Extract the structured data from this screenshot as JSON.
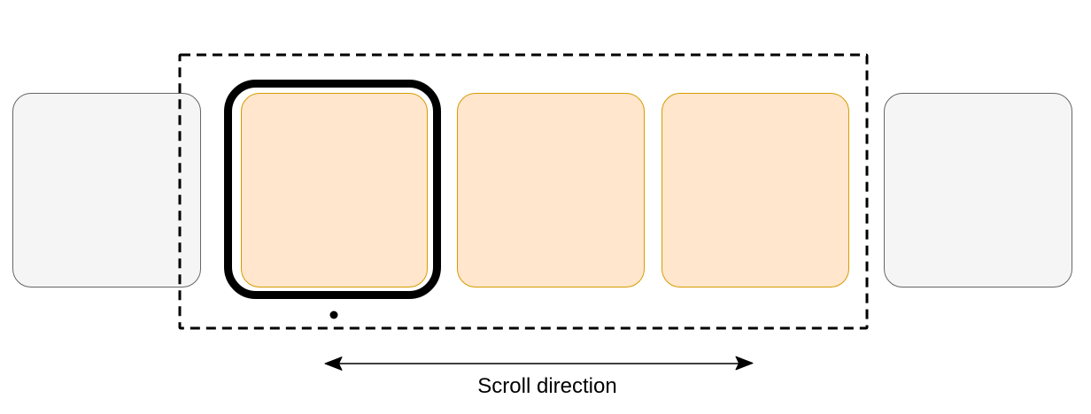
{
  "diagram": {
    "label": "Scroll direction",
    "cards": [
      {
        "name": "offscreen-left",
        "state": "offscreen"
      },
      {
        "name": "visible-selected",
        "state": "selected-in-viewport"
      },
      {
        "name": "visible-2",
        "state": "visible"
      },
      {
        "name": "visible-3",
        "state": "visible"
      },
      {
        "name": "offscreen-right",
        "state": "offscreen"
      }
    ],
    "colors": {
      "card-fill": "#ffe6cc",
      "card-stroke": "#d79b00",
      "offscreen-fill": "#f5f5f5",
      "offscreen-stroke": "#666666",
      "outline": "#000000"
    }
  }
}
